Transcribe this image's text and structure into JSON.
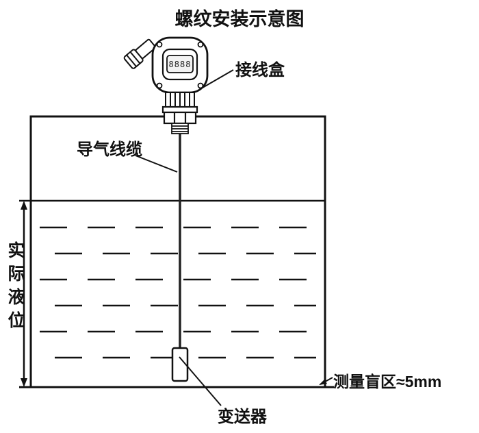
{
  "diagram": {
    "title": "螺纹安装示意图",
    "labels": {
      "junction_box": "接线盒",
      "air_cable": "导气线缆",
      "actual_level": "实际液位",
      "blind_zone": "测量盲区≈5mm",
      "transmitter": "变送器"
    },
    "device": {
      "display_value": "8888"
    },
    "colors": {
      "line": "#111111",
      "background": "#ffffff"
    }
  }
}
